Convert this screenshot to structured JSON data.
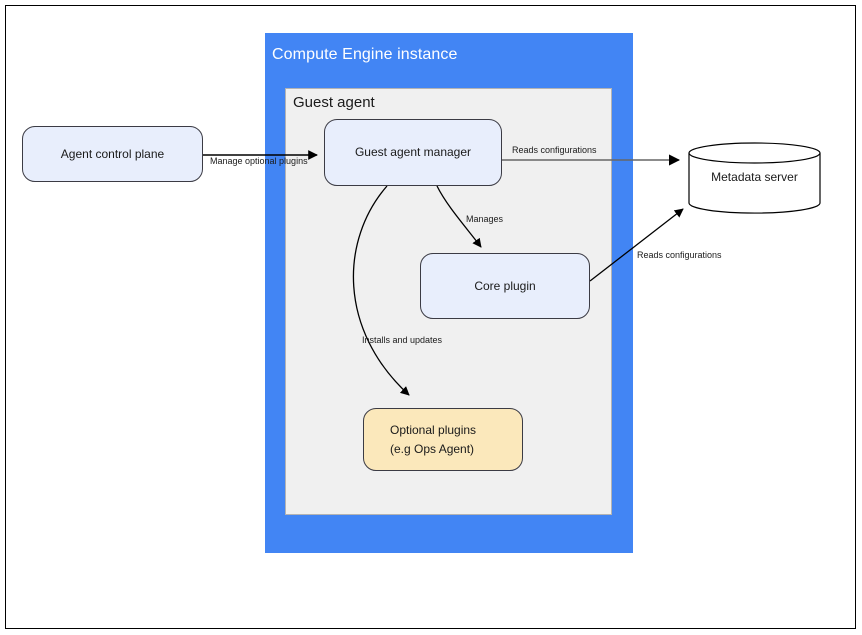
{
  "diagram": {
    "title_visible": false,
    "colors": {
      "compute_engine_fill": "#4285f4",
      "guest_agent_fill": "#f0f0f0",
      "node_blue_fill": "#e8eefc",
      "node_yellow_fill": "#fbe8bb",
      "node_border": "#3b3b44",
      "arrow_black": "#000000",
      "arrow_gray": "#666666",
      "frame_border": "#000000",
      "title_text": "#ffffff",
      "body_text": "#1a1a1a"
    },
    "containers": {
      "compute_engine": {
        "label": "Compute Engine instance"
      },
      "guest_agent": {
        "label": "Guest agent"
      }
    },
    "nodes": {
      "agent_control_plane": {
        "label": "Agent control plane",
        "shape": "rounded-rect",
        "fill": "#e8eefc"
      },
      "guest_agent_manager": {
        "label": "Guest agent manager",
        "shape": "rounded-rect",
        "fill": "#e8eefc"
      },
      "core_plugin": {
        "label": "Core plugin",
        "shape": "rounded-rect",
        "fill": "#e8eefc"
      },
      "optional_plugins": {
        "label_line1": "Optional plugins",
        "label_line2": "(e.g  Ops Agent)",
        "shape": "rounded-rect",
        "fill": "#fbe8bb"
      },
      "metadata_server": {
        "label": "Metadata server",
        "shape": "cylinder",
        "fill": "#ffffff"
      }
    },
    "edges": [
      {
        "id": "manage-optional-plugins",
        "from": "agent_control_plane",
        "to": "guest_agent_manager",
        "label": "Manage optional plugins",
        "style": "straight-arrow",
        "color": "#000000"
      },
      {
        "id": "reads-configurations-manager",
        "from": "guest_agent_manager",
        "to": "metadata_server",
        "label": "Reads configurations",
        "style": "straight-arrow",
        "color": "#666666"
      },
      {
        "id": "manages",
        "from": "guest_agent_manager",
        "to": "core_plugin",
        "label": "Manages",
        "style": "curved-arrow",
        "color": "#000000"
      },
      {
        "id": "installs-and-updates",
        "from": "guest_agent_manager",
        "to": "optional_plugins",
        "label": "Installs and updates",
        "style": "curved-arrow",
        "color": "#000000"
      },
      {
        "id": "reads-configurations-core",
        "from": "core_plugin",
        "to": "metadata_server",
        "label": "Reads configurations",
        "style": "straight-arrow",
        "color": "#000000"
      }
    ]
  }
}
